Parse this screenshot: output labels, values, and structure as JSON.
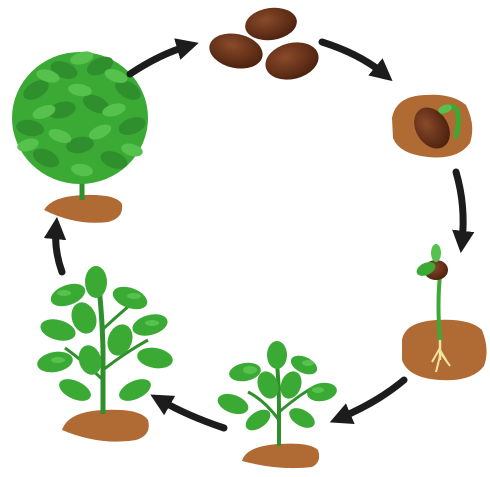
{
  "diagram": {
    "type": "cycle",
    "direction": "clockwise",
    "stages": [
      {
        "id": "seeds",
        "icon": "bean-seeds-icon"
      },
      {
        "id": "germinating-seed",
        "icon": "sprouting-seed-icon"
      },
      {
        "id": "seedling",
        "icon": "seedling-icon"
      },
      {
        "id": "young-plant",
        "icon": "young-plant-icon"
      },
      {
        "id": "growing-plant",
        "icon": "growing-plant-icon"
      },
      {
        "id": "mature-plant",
        "icon": "mature-bush-icon"
      }
    ],
    "colors": {
      "seed": "#5a2a14",
      "soil": "#b06a34",
      "leaf": "#3aaa35",
      "leaf_light": "#57c14e",
      "stem": "#2f8f2c",
      "arrow": "#1c1c1c",
      "root": "#f3e3a0"
    }
  }
}
